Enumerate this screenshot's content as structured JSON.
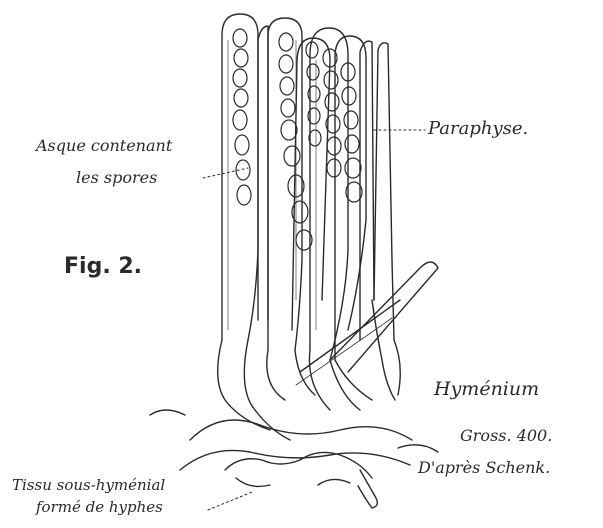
{
  "figure": {
    "number_label": "Fig. 2.",
    "labels": {
      "ascus": [
        "Asque contenant",
        "les spores"
      ],
      "paraphysis": "Paraphyse.",
      "hymenium": "Hyménium",
      "magnification": "Gross. 400.",
      "source": "D'après Schenk.",
      "subhymenial": [
        "Tissu sous-hyménial",
        "formé de hyphes"
      ]
    }
  },
  "colors": {
    "ink": "#2a2a2a",
    "paper": "#ffffff"
  }
}
